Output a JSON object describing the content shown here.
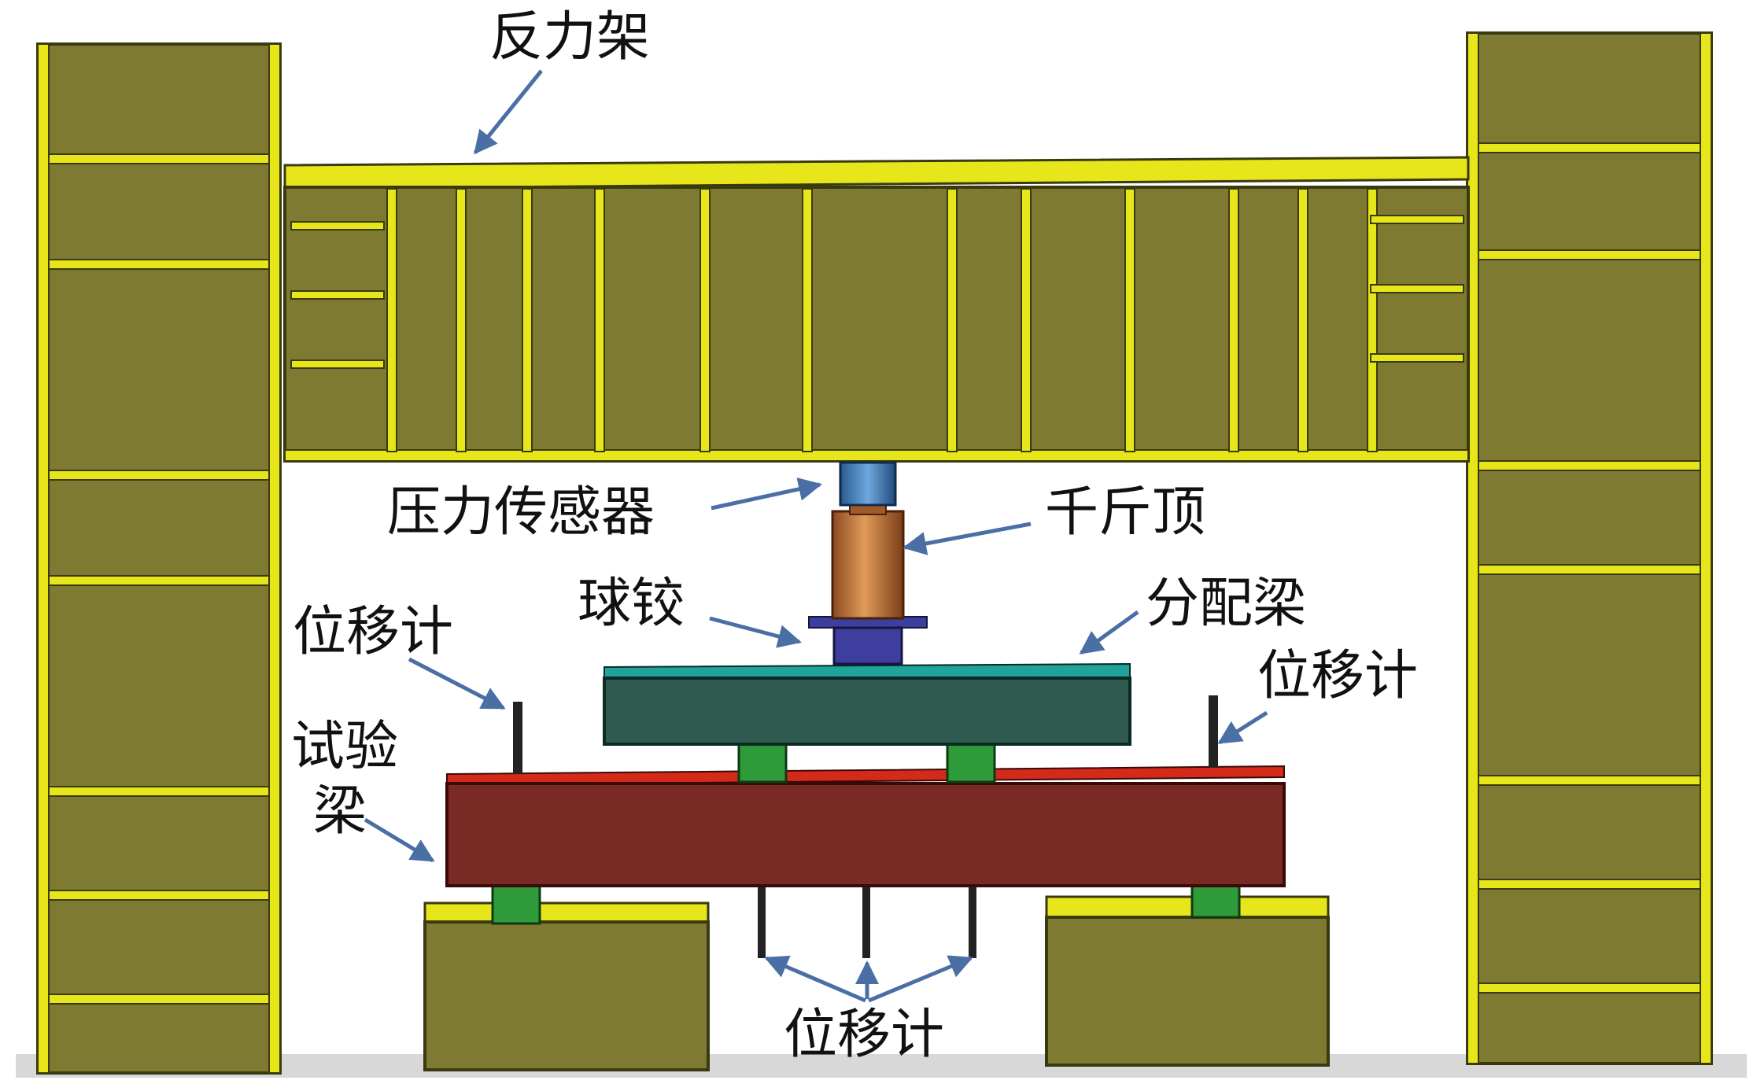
{
  "labels": {
    "reaction_frame": "反力架",
    "load_cell": "压力传感器",
    "jack": "千斤顶",
    "ball_hinge": "球铰",
    "distribution_beam": "分配梁",
    "displacement_meter_left": "位移计",
    "displacement_meter_right": "位移计",
    "test_beam_line1": "试验",
    "test_beam_line2": "梁",
    "displacement_meter_bottom": "位移计"
  },
  "colors": {
    "frame_fill": "#7f7a32",
    "frame_edge": "#e6e61a",
    "frame_outline": "#3a3a10",
    "test_beam": "#7a2a24",
    "test_beam_top": "#d42a1a",
    "distribution_beam": "#2f5a4f",
    "distribution_beam_top": "#1fa39b",
    "support_pad": "#2f9a3a",
    "jack_body": "#c8733a",
    "load_cell": "#3f7fbf",
    "ball_hinge": "#3e3e9e",
    "arrow": "#4a6fa5"
  }
}
